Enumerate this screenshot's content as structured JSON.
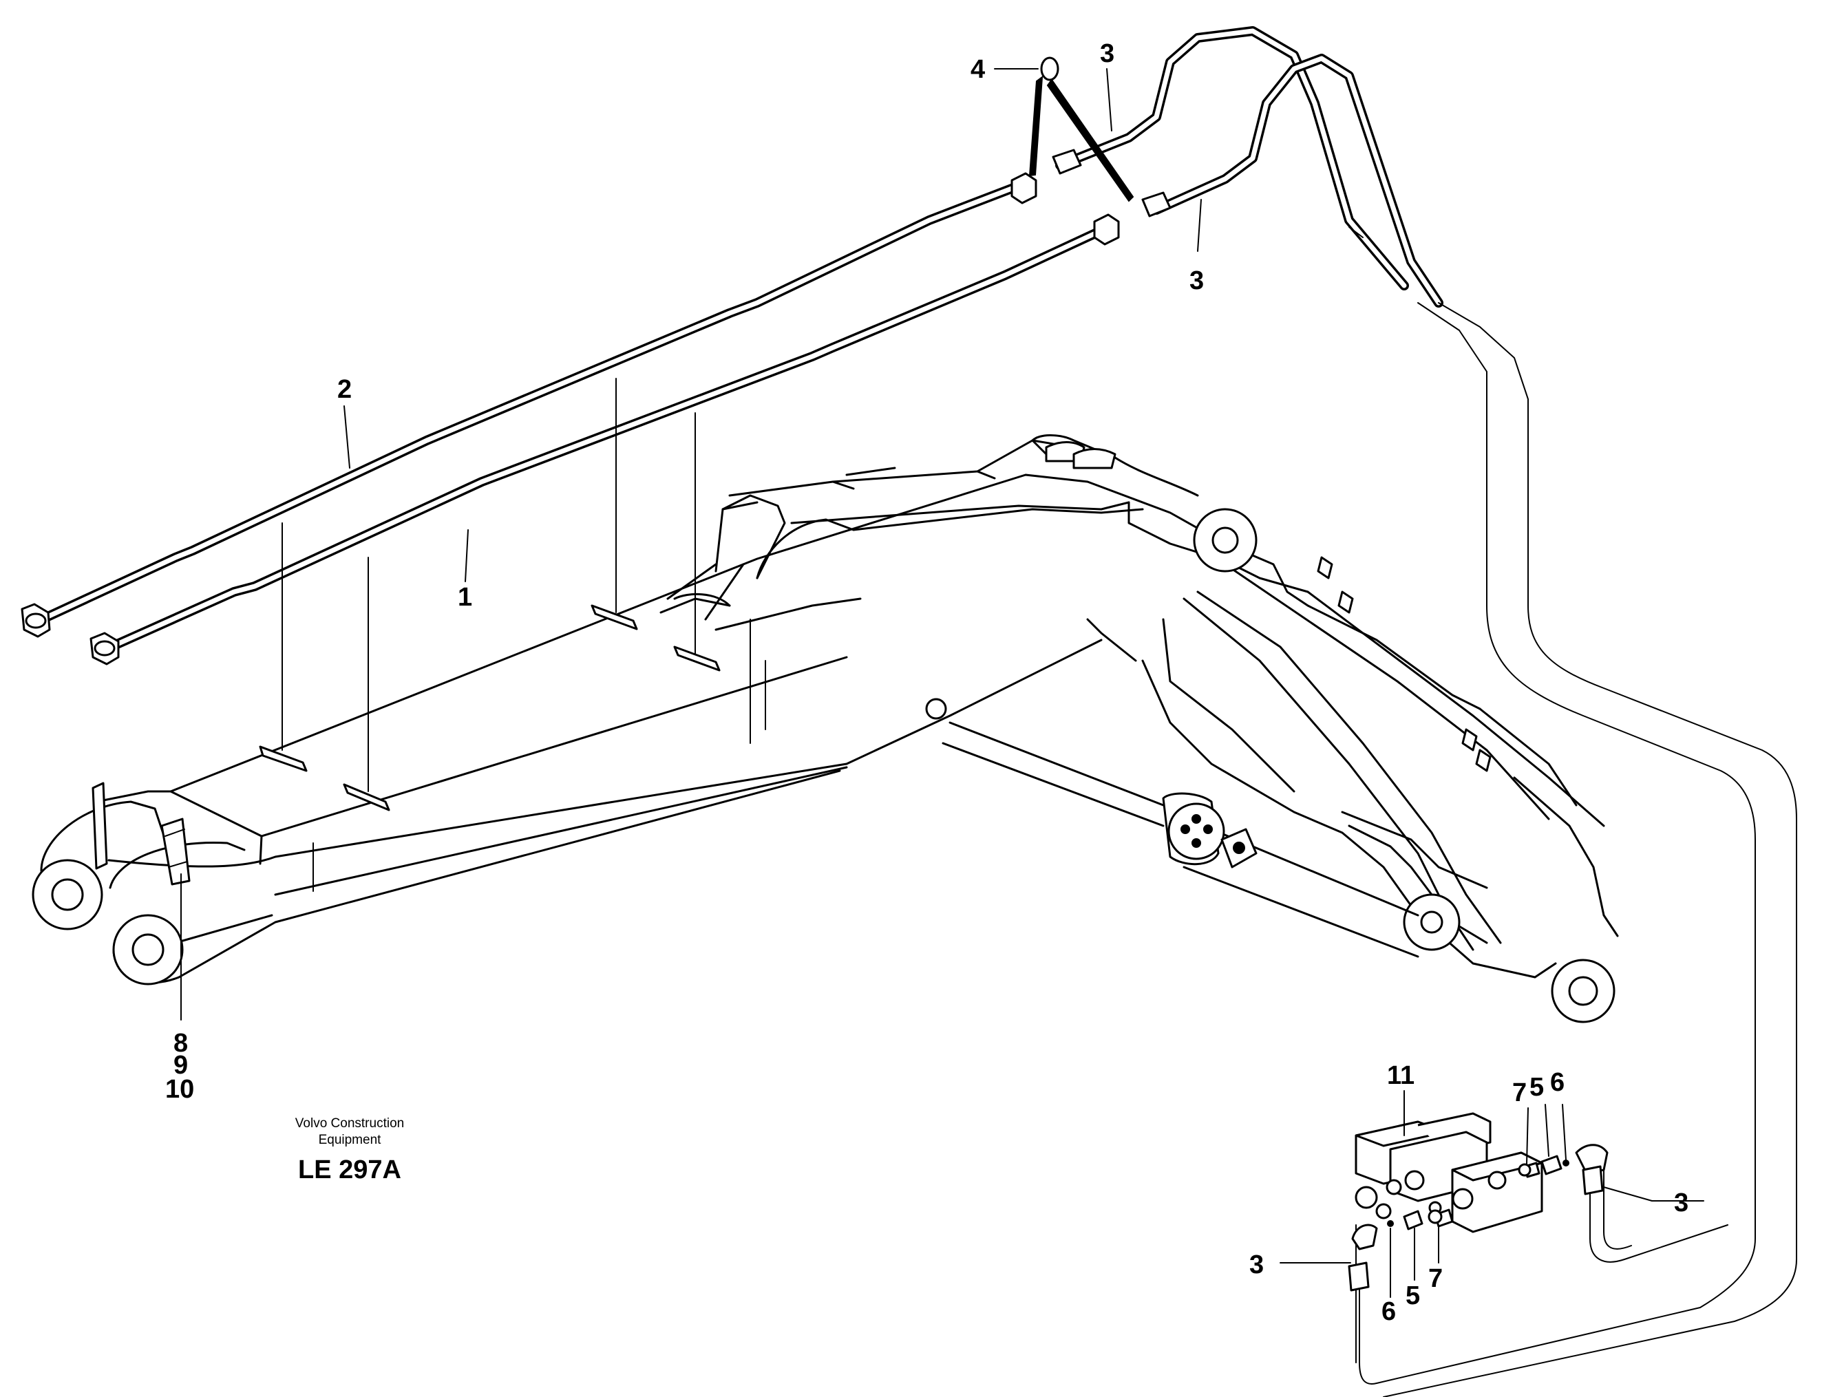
{
  "callouts": {
    "c1": "1",
    "c2": "2",
    "c3_top": "3",
    "c3_mid": "3",
    "c3_right": "3",
    "c3_left": "3",
    "c4": "4",
    "c5_top": "5",
    "c5_bottom": "5",
    "c6_top": "6",
    "c6_bottom": "6",
    "c7_top": "7",
    "c7_bottom": "7",
    "c8": "8",
    "c9": "9",
    "c10": "10",
    "c11": "11"
  },
  "footer": {
    "credit_line1": "Volvo Construction",
    "credit_line2": "Equipment",
    "drawing_code": "LE 297A"
  }
}
